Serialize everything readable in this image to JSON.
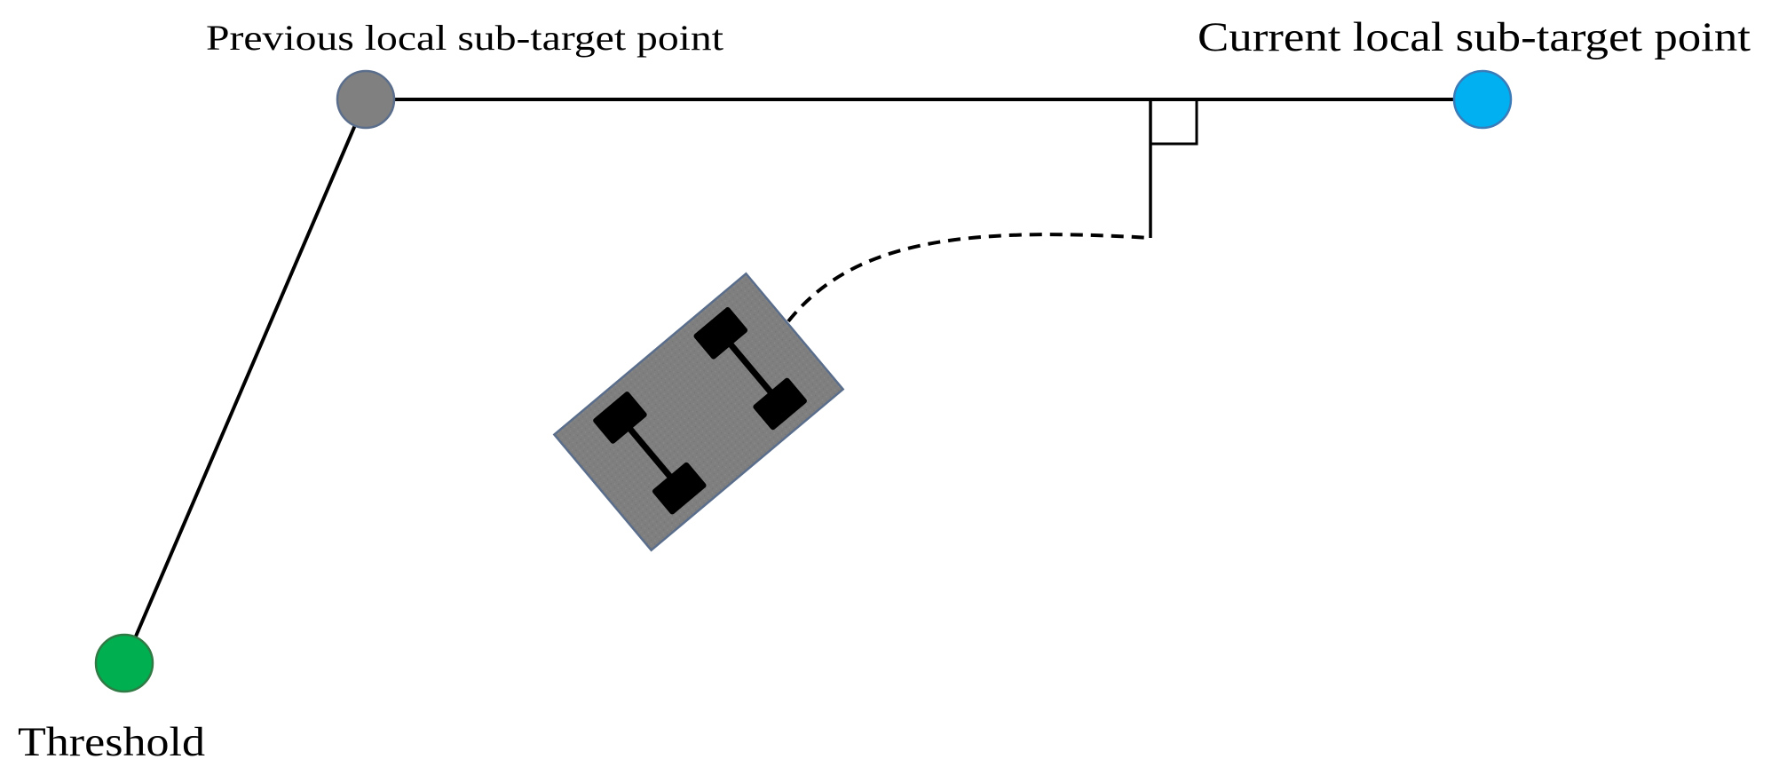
{
  "labels": {
    "previous_point": "Previous local sub-target point",
    "current_point": "Current local sub-target point",
    "threshold": "Threshold"
  },
  "colors": {
    "previous_point": "#808080",
    "current_point": "#00b0f0",
    "threshold_point": "#00b050",
    "vehicle_body": "#7f7f7f",
    "vehicle_border": "#5a6e8c",
    "wheels": "#000000",
    "lines": "#000000"
  },
  "elements": {
    "vehicle": "vehicle-icon",
    "right_angle": "right-angle-marker",
    "trajectory": "dashed-trajectory"
  }
}
